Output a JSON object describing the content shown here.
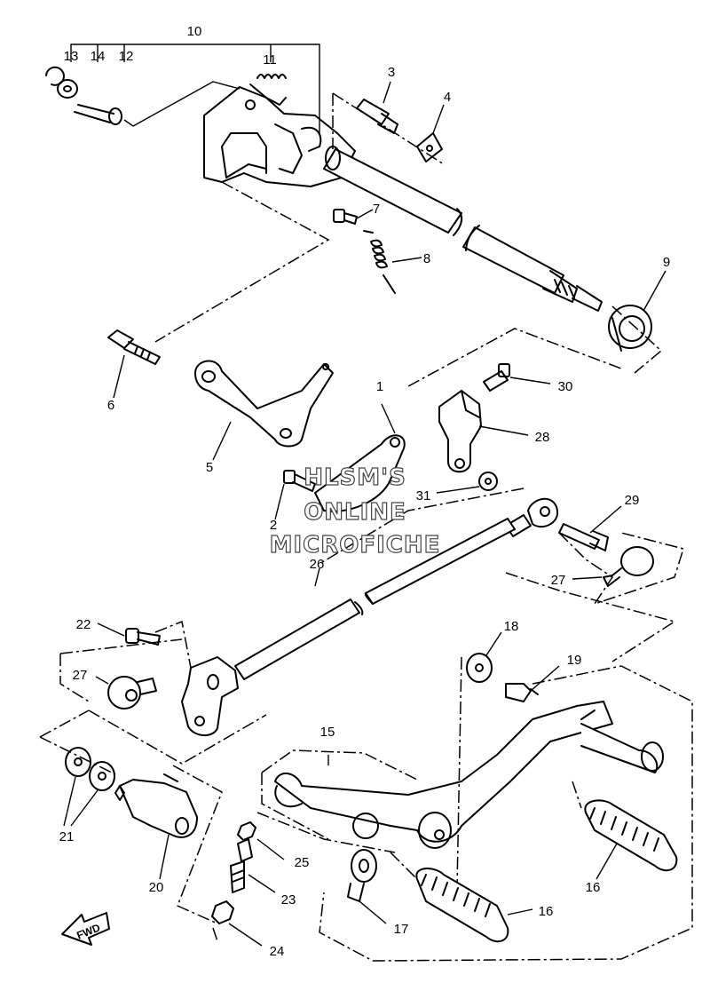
{
  "watermark": {
    "line1": "HLSM'S",
    "line2": "ONLINE",
    "line3": "MICROFICHE"
  },
  "direction_marker": {
    "label": "FWD",
    "icon": "arrow-icon"
  },
  "callouts": [
    "1",
    "2",
    "3",
    "4",
    "5",
    "6",
    "7",
    "8",
    "9",
    "10",
    "11",
    "12",
    "13",
    "14",
    "15",
    "16",
    "16",
    "17",
    "18",
    "19",
    "20",
    "21",
    "22",
    "23",
    "24",
    "25",
    "26",
    "27",
    "27",
    "28",
    "29",
    "30",
    "31"
  ]
}
